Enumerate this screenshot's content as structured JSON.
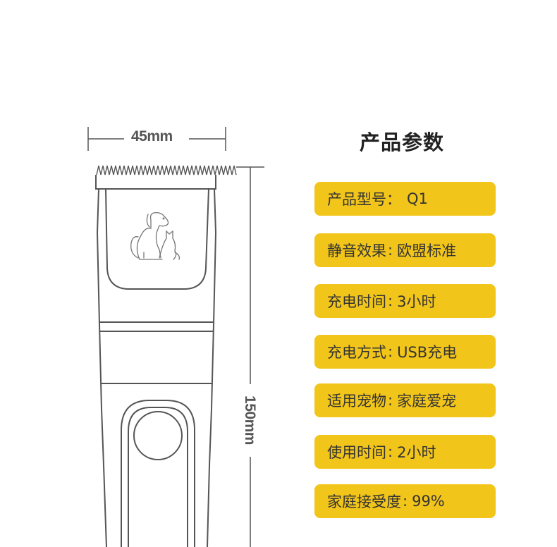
{
  "dimensions": {
    "width": "45mm",
    "height": "150mm"
  },
  "title": "产品参数",
  "params": [
    {
      "label": "产品型号：",
      "value": "Q1"
    },
    {
      "label": "静音效果",
      "value": "欧盟标准"
    },
    {
      "label": "充电时间",
      "value": "3小时"
    },
    {
      "label": "充电方式",
      "value": "USB充电"
    },
    {
      "label": "适用宠物",
      "value": "家庭爱宠"
    },
    {
      "label": "使用时间",
      "value": "2小时"
    },
    {
      "label": "家庭接受度",
      "value": "99%"
    }
  ],
  "colors": {
    "accent": "#f2c51a",
    "outline": "#555555",
    "background": "#ffffff"
  },
  "icons": [
    "dog-cat-logo-icon"
  ]
}
